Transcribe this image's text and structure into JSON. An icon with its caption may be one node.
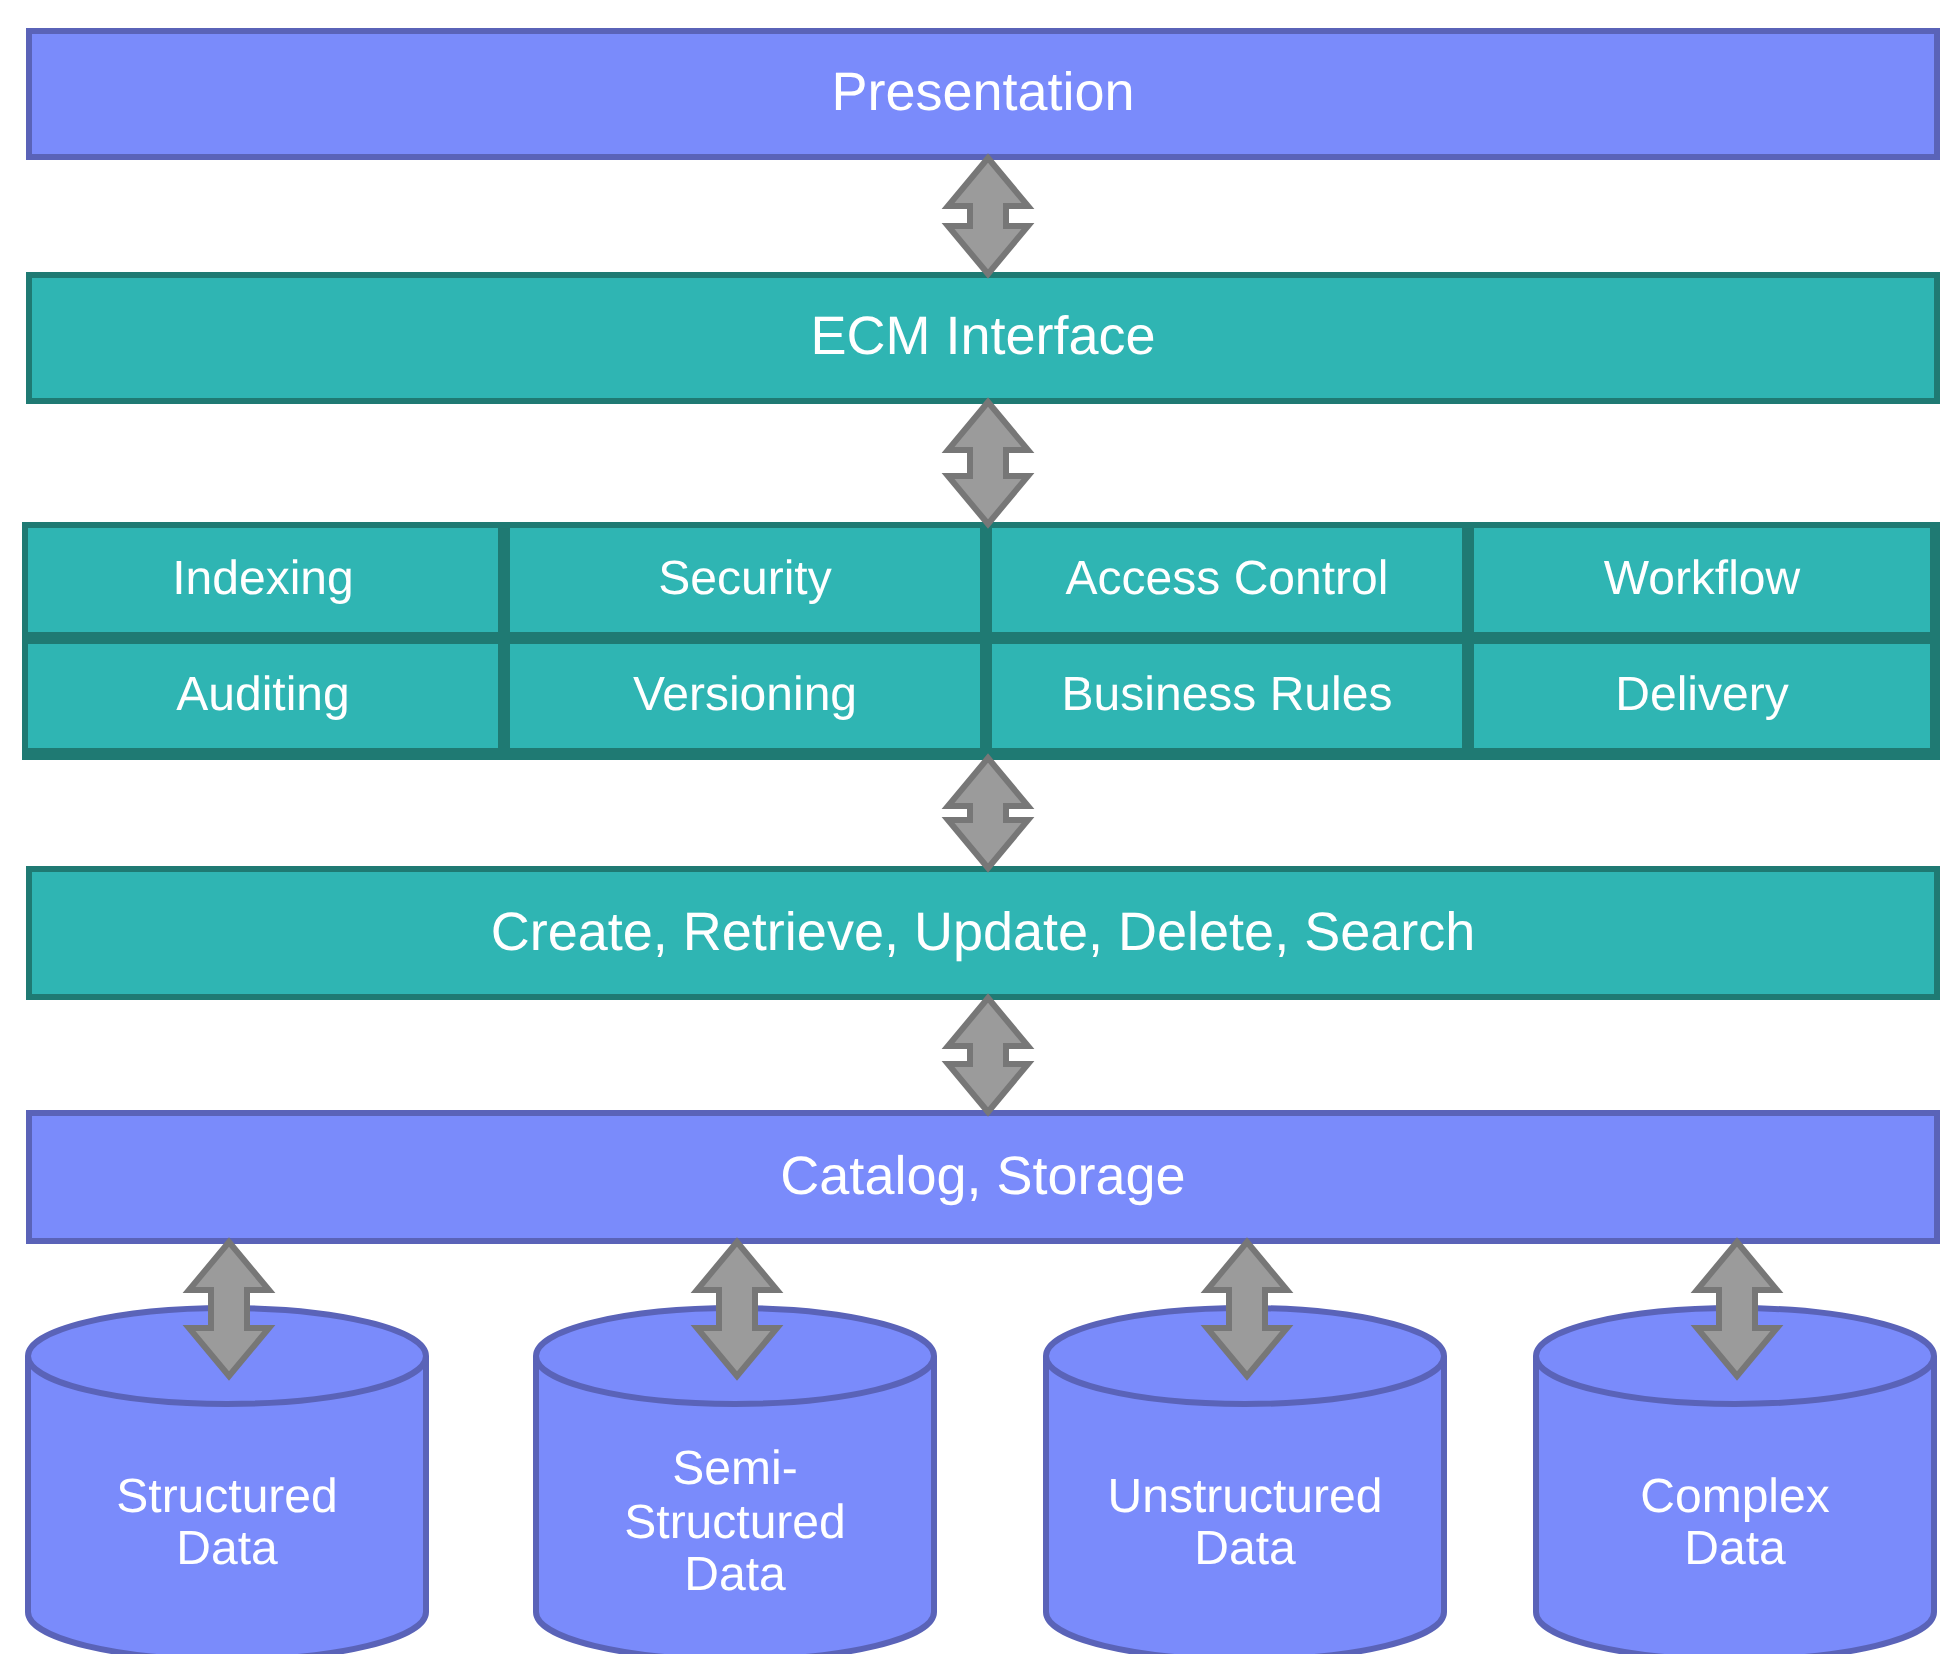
{
  "diagram": {
    "nodes": [
      {
        "text": [
          "Presentation"
        ]
      },
      {
        "text": [
          "ECM Interface"
        ]
      },
      {
        "text": [],
        "shape": "box"
      },
      {
        "text": [
          "Indexing"
        ],
        "in": 2
      },
      {
        "text": [
          "Security"
        ],
        "in": 2
      },
      {
        "text": [
          "Access Control"
        ],
        "in": 2
      },
      {
        "text": [
          "Workflow"
        ],
        "in": 2
      },
      {
        "text": [
          "Auditing"
        ],
        "in": 2
      },
      {
        "text": [
          "Versioning"
        ],
        "in": 2
      },
      {
        "text": [
          "Business Rules"
        ],
        "in": 2
      },
      {
        "text": [
          "Delivery"
        ],
        "in": 2
      },
      {
        "text": [
          "Create, Retrieve, Update, Delete, Search"
        ]
      },
      {
        "text": [
          "Catalog, Storage"
        ]
      },
      {
        "text": [
          "Structured Data"
        ]
      },
      {
        "text": [
          "Semi-Structured Data"
        ]
      },
      {
        "text": [
          "Unstructured Data"
        ]
      },
      {
        "text": [
          "Complex Data"
        ]
      }
    ],
    "edges": [
      {
        "from": 0,
        "to": 1,
        "arrow": "both"
      },
      {
        "from": 1,
        "to": 2,
        "arrow": "both"
      },
      {
        "from": 2,
        "to": 11,
        "arrow": "both"
      },
      {
        "from": 11,
        "to": 12,
        "arrow": "both"
      },
      {
        "from": 12,
        "to": 13,
        "arrow": "both"
      },
      {
        "from": 12,
        "to": 14,
        "arrow": "both"
      },
      {
        "from": 12,
        "to": 15,
        "arrow": "both"
      },
      {
        "from": 12,
        "to": 16,
        "arrow": "both"
      }
    ]
  }
}
